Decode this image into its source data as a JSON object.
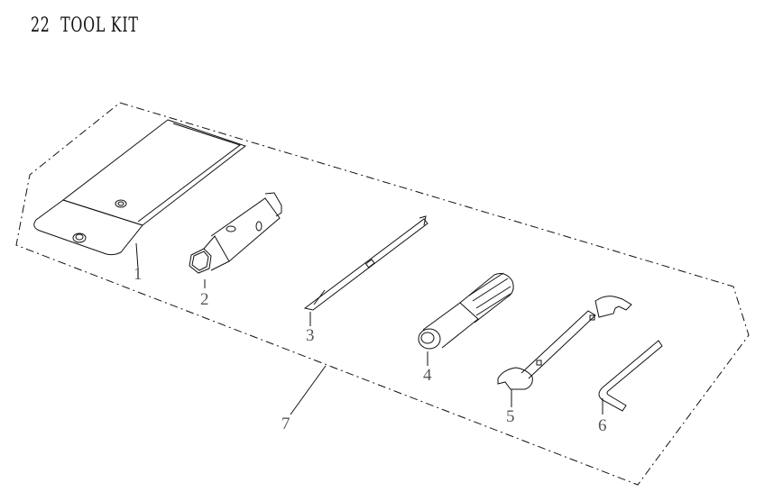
{
  "page": {
    "section_number": "22",
    "title": "TOOL KIT"
  },
  "parts": [
    {
      "callout": "1",
      "name": "tool-kit-holder-plate"
    },
    {
      "callout": "2",
      "name": "spark-plug-socket-wrench"
    },
    {
      "callout": "3",
      "name": "screwdriver-shaft"
    },
    {
      "callout": "4",
      "name": "screwdriver-handle"
    },
    {
      "callout": "5",
      "name": "open-end-wrench"
    },
    {
      "callout": "6",
      "name": "hex-key"
    },
    {
      "callout": "7",
      "name": "tool-bag"
    }
  ],
  "colors": {
    "line": "#111111",
    "callout_text": "#555555",
    "background": "#ffffff"
  }
}
